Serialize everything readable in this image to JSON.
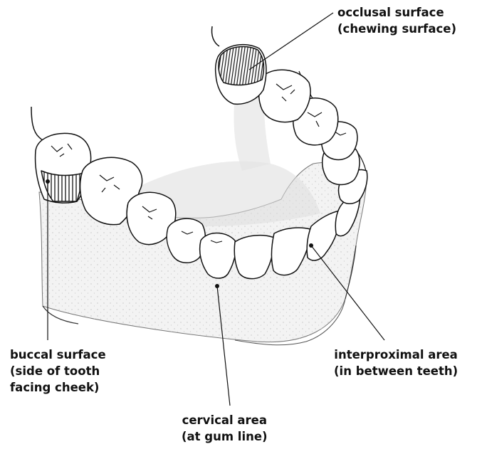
{
  "labels": {
    "occlusal": {
      "line1": "occlusal surface",
      "line2": "(chewing surface)"
    },
    "buccal": {
      "line1": "buccal surface",
      "line2": "(side of tooth",
      "line3": "facing cheek)"
    },
    "interproximal": {
      "line1": "interproximal area",
      "line2": "(in between teeth)"
    },
    "cervical": {
      "line1": "cervical area",
      "line2": "(at gum line)"
    }
  },
  "colors": {
    "ink": "#111111",
    "shade": "#d9d9d9",
    "gum": "#f3f3f3",
    "tooth": "#ffffff"
  }
}
